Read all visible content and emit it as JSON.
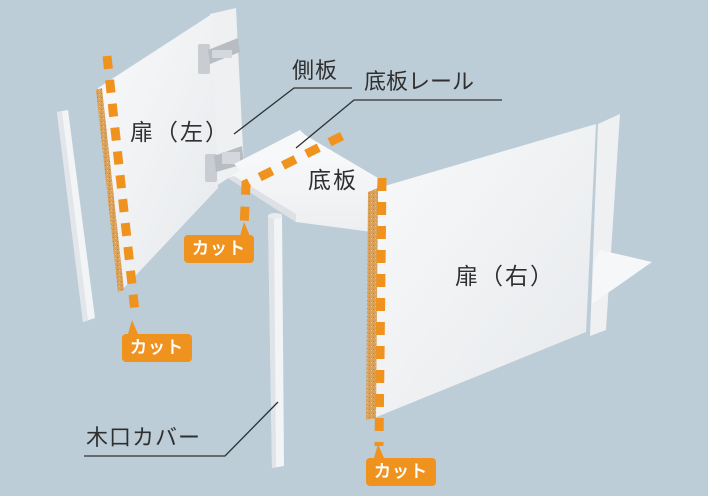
{
  "diagram": {
    "background_color": "#bccdd8",
    "accent_color": "#f0921e",
    "text_color": "#2f2f2f",
    "panel_color": "#f4f5f6",
    "edge_color": "#d9a15a"
  },
  "labels": {
    "door_left": "扉（左）",
    "door_right": "扉（右）",
    "side_panel": "側板",
    "bottom_rail": "底板レール",
    "bottom_panel": "底板",
    "edge_cover": "木口カバー"
  },
  "cut_badges": [
    {
      "id": "cut-left-door",
      "text": "カット"
    },
    {
      "id": "cut-bottom-panel",
      "text": "カット"
    },
    {
      "id": "cut-right-door",
      "text": "カット"
    }
  ]
}
